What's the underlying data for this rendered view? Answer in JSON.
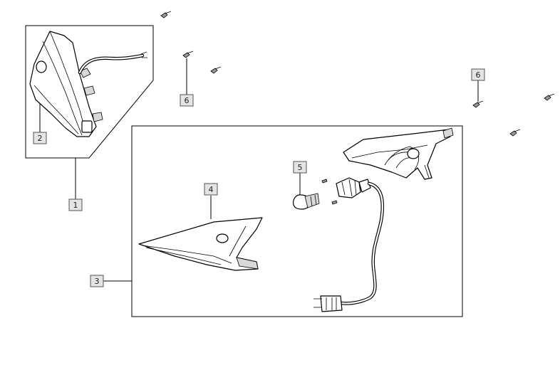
{
  "callouts": {
    "c1": "1",
    "c2": "2",
    "c3": "3",
    "c4": "4",
    "c5": "5",
    "c6a": "6",
    "c6b": "6"
  },
  "icons": {
    "screw": "screw-icon",
    "bulb": "bulb-icon",
    "socket": "bulb-socket-icon",
    "connector": "connector-icon"
  },
  "colors": {
    "line": "#000000",
    "callout_fill": "#e4e4e4",
    "callout_border": "#555555",
    "background": "#ffffff"
  }
}
